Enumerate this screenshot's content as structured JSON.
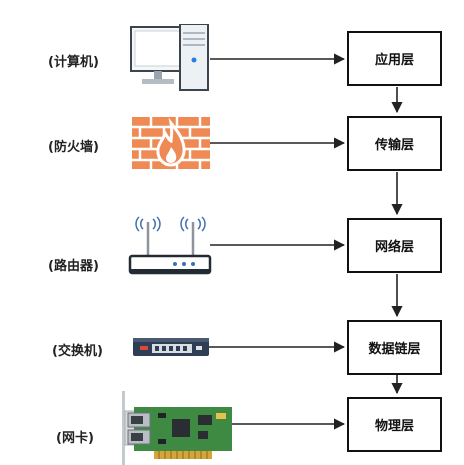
{
  "devices": [
    {
      "label": "(计算机)",
      "icon": "computer-icon"
    },
    {
      "label": "(防火墙)",
      "icon": "firewall-icon"
    },
    {
      "label": "(路由器)",
      "icon": "router-icon"
    },
    {
      "label": "(交换机)",
      "icon": "switch-icon"
    },
    {
      "label": "(网卡)",
      "icon": "nic-icon"
    }
  ],
  "layers": [
    {
      "label": "应用层"
    },
    {
      "label": "传输层"
    },
    {
      "label": "网络层"
    },
    {
      "label": "数据链层"
    },
    {
      "label": "物理层"
    }
  ],
  "colors": {
    "wire": "#222222",
    "firewall": "#ef8a54",
    "flame": "#ffffff",
    "nic_board": "#3f8a43"
  }
}
